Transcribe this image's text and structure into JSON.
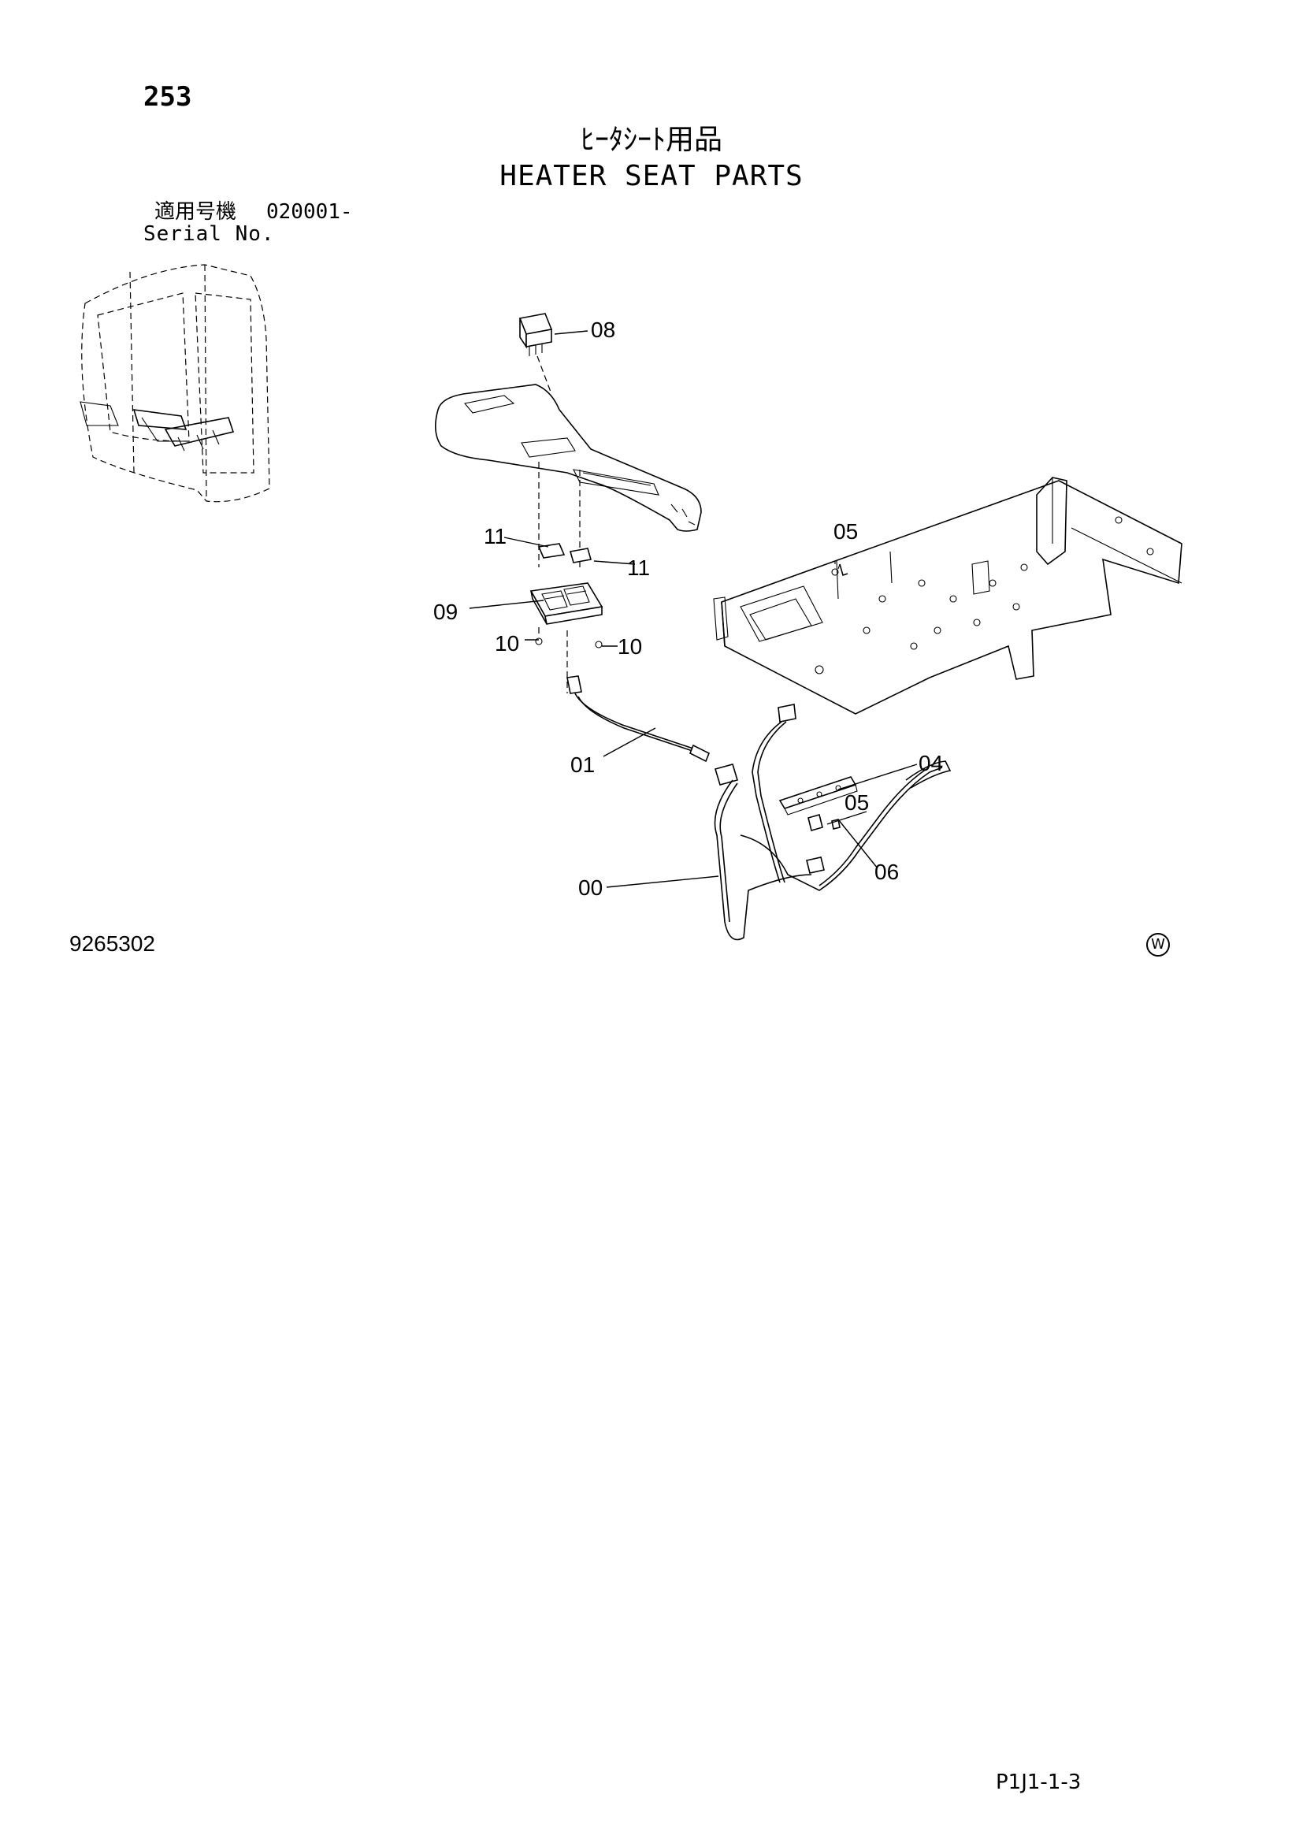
{
  "page": {
    "number": "253",
    "title_jp": "ﾋｰﾀｼｰﾄ用品",
    "title_en": "HEATER SEAT PARTS",
    "serial_label_jp": "適用号機",
    "serial_value": "020001-",
    "serial_label_en": "Serial No.",
    "figure_number": "9265302",
    "watermark": "W",
    "page_ref": "P1J1-1-3"
  },
  "callouts": {
    "c00": "00",
    "c01": "01",
    "c04": "04",
    "c05a": "05",
    "c05b": "05",
    "c06": "06",
    "c08": "08",
    "c09": "09",
    "c10a": "10",
    "c10b": "10",
    "c11a": "11",
    "c11b": "11"
  }
}
